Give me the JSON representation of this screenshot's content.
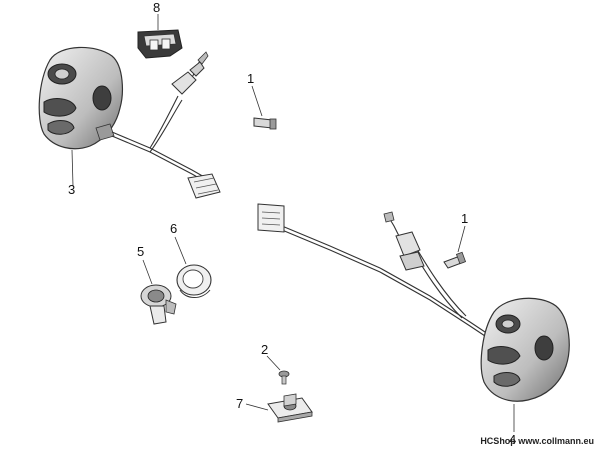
{
  "callouts": {
    "c1a": "1",
    "c1b": "1",
    "c2": "2",
    "c3": "3",
    "c4": "4",
    "c5": "5",
    "c6": "6",
    "c7": "7",
    "c8": "8"
  },
  "watermark": "HCShop www.collmann.eu",
  "colors": {
    "stroke": "#333333",
    "part_fill": "#e6e6e6",
    "part_dark": "#8c8c8c",
    "background": "#ffffff"
  }
}
